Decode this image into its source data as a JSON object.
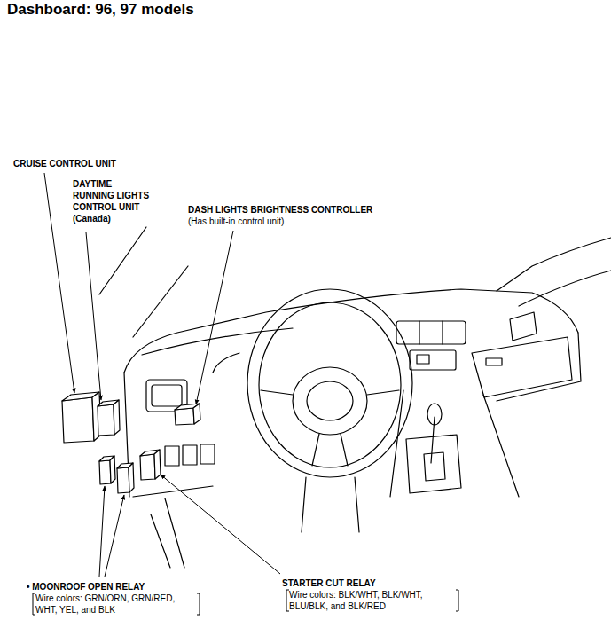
{
  "diagram": {
    "title": "Dashboard: 96, 97 models",
    "labels": [
      "CRUISE CONTROL UNIT",
      "DAYTIME RUNNING LIGHTS CONTROL UNIT",
      "(Canada)",
      "DASH LIGHTS BRIGHTNESS CONTROLLER",
      "(Has built-in control unit)",
      "• MOONROOF OPEN RELAY",
      "Wire colors: GRN/ORN, GRN/RED, WHT, YEL, and BLK",
      "STARTER CUT RELAY",
      "Wire colors: BLK/WHT, BLK/WHT, BLU/BLK, and BLK/RED"
    ]
  }
}
